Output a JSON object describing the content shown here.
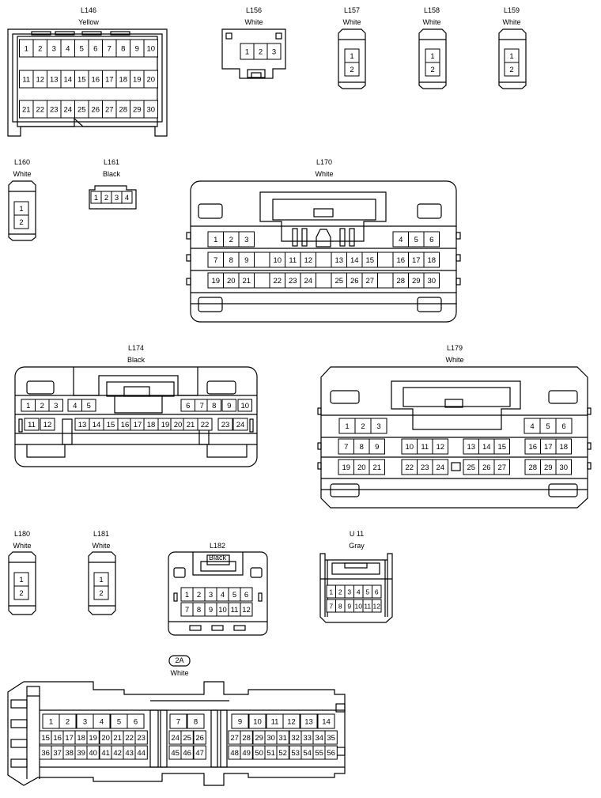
{
  "connectors": [
    {
      "id": "L146",
      "color": "Yellow",
      "rows": [
        [
          "1",
          "2",
          "3",
          "4",
          "5",
          "6",
          "7",
          "8",
          "9",
          "10"
        ],
        [
          "11",
          "12",
          "13",
          "14",
          "15",
          "16",
          "17",
          "18",
          "19",
          "20"
        ],
        [
          "21",
          "22",
          "23",
          "24",
          "25",
          "26",
          "27",
          "28",
          "29",
          "30"
        ]
      ]
    },
    {
      "id": "L156",
      "color": "White",
      "rows": [
        [
          "1",
          "2",
          "3"
        ]
      ]
    },
    {
      "id": "L157",
      "color": "White",
      "rows": [
        [
          "1"
        ],
        [
          "2"
        ]
      ]
    },
    {
      "id": "L158",
      "color": "White",
      "rows": [
        [
          "1"
        ],
        [
          "2"
        ]
      ]
    },
    {
      "id": "L159",
      "color": "White",
      "rows": [
        [
          "1"
        ],
        [
          "2"
        ]
      ]
    },
    {
      "id": "L160",
      "color": "White",
      "rows": [
        [
          "1"
        ],
        [
          "2"
        ]
      ]
    },
    {
      "id": "L161",
      "color": "Black",
      "rows": [
        [
          "1",
          "2",
          "3",
          "4"
        ]
      ]
    },
    {
      "id": "L170",
      "color": "White",
      "rows": [
        [
          "1",
          "2",
          "3",
          "",
          "",
          "",
          "",
          "",
          "",
          "",
          "",
          "4",
          "5",
          "6"
        ],
        [
          "7",
          "8",
          "9",
          "",
          "10",
          "11",
          "12",
          "",
          "13",
          "14",
          "15",
          "",
          "16",
          "17",
          "18"
        ],
        [
          "19",
          "20",
          "21",
          "",
          "22",
          "23",
          "24",
          "",
          "25",
          "26",
          "27",
          "",
          "28",
          "29",
          "30"
        ]
      ]
    },
    {
      "id": "L174",
      "color": "Black",
      "rows": [
        [
          "1",
          "2",
          "3",
          "4",
          "5",
          "6",
          "7",
          "8",
          "9",
          "10"
        ],
        [
          "11",
          "12",
          "13",
          "14",
          "15",
          "16",
          "17",
          "18",
          "19",
          "20",
          "21",
          "22",
          "23",
          "24"
        ]
      ]
    },
    {
      "id": "L179",
      "color": "White",
      "rows": [
        [
          "1",
          "2",
          "3",
          "4",
          "5",
          "6"
        ],
        [
          "7",
          "8",
          "9",
          "10",
          "11",
          "12",
          "13",
          "14",
          "15",
          "16",
          "17",
          "18"
        ],
        [
          "19",
          "20",
          "21",
          "22",
          "23",
          "24",
          "25",
          "26",
          "27",
          "28",
          "29",
          "30"
        ]
      ]
    },
    {
      "id": "L180",
      "color": "White",
      "rows": [
        [
          "1"
        ],
        [
          "2"
        ]
      ]
    },
    {
      "id": "L181",
      "color": "White",
      "rows": [
        [
          "1"
        ],
        [
          "2"
        ]
      ]
    },
    {
      "id": "L182",
      "color": "Black",
      "rows": [
        [
          "1",
          "2",
          "3",
          "4",
          "5",
          "6"
        ],
        [
          "7",
          "8",
          "9",
          "10",
          "11",
          "12"
        ]
      ]
    },
    {
      "id": "U 11",
      "color": "Gray",
      "rows": [
        [
          "1",
          "2",
          "3",
          "4",
          "5",
          "6"
        ],
        [
          "7",
          "8",
          "9",
          "10",
          "11",
          "12"
        ]
      ]
    },
    {
      "id": "2A",
      "color": "White",
      "rows": [
        [
          "1",
          "2",
          "3",
          "4",
          "5",
          "6",
          "7",
          "8",
          "9",
          "10",
          "11",
          "12",
          "13",
          "14"
        ],
        [
          "15",
          "16",
          "17",
          "18",
          "19",
          "20",
          "21",
          "22",
          "23",
          "24",
          "25",
          "26",
          "27",
          "28",
          "29",
          "30",
          "31",
          "32",
          "33",
          "34",
          "35"
        ],
        [
          "36",
          "37",
          "38",
          "39",
          "40",
          "41",
          "42",
          "43",
          "44",
          "45",
          "46",
          "47",
          "48",
          "49",
          "50",
          "51",
          "52",
          "53",
          "54",
          "55",
          "56"
        ]
      ]
    }
  ]
}
